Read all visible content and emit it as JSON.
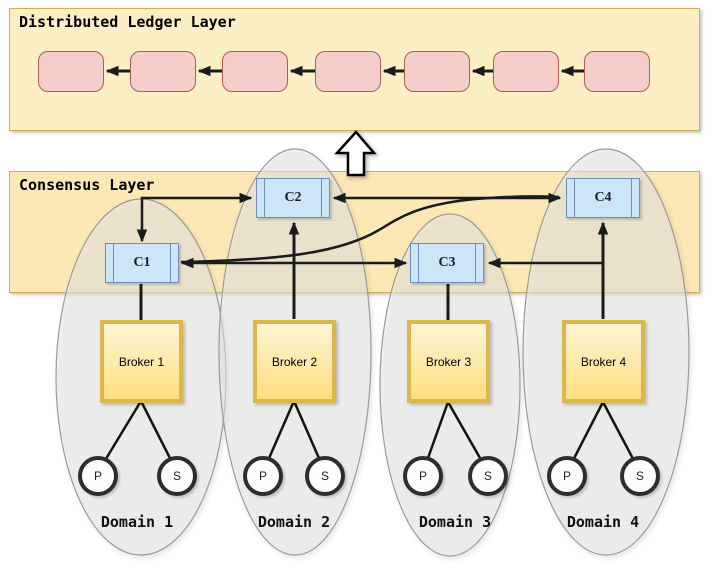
{
  "diagram": {
    "ledger": {
      "title": "Distributed Ledger Layer",
      "block_count": 7,
      "chain_direction": "left"
    },
    "consensus": {
      "title": "Consensus Layer",
      "nodes": [
        {
          "label": "C1"
        },
        {
          "label": "C2"
        },
        {
          "label": "C3"
        },
        {
          "label": "C4"
        }
      ],
      "edges": [
        "C1 <-> C2",
        "C2 <-> C4",
        "C1 <-> C3",
        "C4 -> C3",
        "C4 <-> C1 (curved)",
        "Broker 2 -> C2",
        "Broker 4 -> C4",
        "Broker 1 - C1",
        "Broker 3 - C3",
        "Consensus Layer => Distributed Ledger Layer (hollow up arrow)"
      ]
    },
    "domains": [
      {
        "label": "Domain 1",
        "broker": "Broker 1",
        "nodes": [
          "P",
          "S"
        ]
      },
      {
        "label": "Domain 2",
        "broker": "Broker 2",
        "nodes": [
          "P",
          "S"
        ]
      },
      {
        "label": "Domain 3",
        "broker": "Broker 3",
        "nodes": [
          "P",
          "S"
        ]
      },
      {
        "label": "Domain 4",
        "broker": "Broker 4",
        "nodes": [
          "P",
          "S"
        ]
      }
    ],
    "colors": {
      "ledger_band_fill": "#FCEFC6",
      "consensus_band_fill": "#FBE8B4",
      "band_border": "#D2AF54",
      "block_fill": "#F5CECB",
      "block_border": "#AF5A52",
      "consensus_node_fill": "#CDE6F7",
      "consensus_node_border": "#6C8EBF",
      "broker_border": "#DBB84E",
      "broker_fill": "#FFE9A8",
      "edge_color": "#1b1b1b",
      "domain_ellipse_fill": "#F1F1F1"
    }
  }
}
